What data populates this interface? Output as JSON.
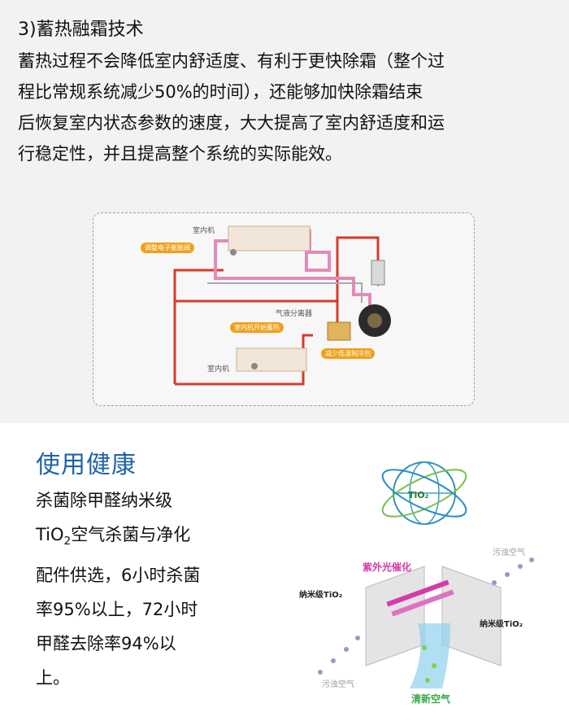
{
  "section_energy": {
    "heading": "3)蓄热融霜技术",
    "paragraph_lines": [
      "蓄热过程不会降低室内舒适度、有利于更快除霜（整个过",
      "程比常规系统减少50%的时间），还能够加快除霜结束",
      "后恢复室内状态参数的速度，大大提高了室内舒适度和运",
      "行稳定性，并且提高整个系统的实际能效。"
    ],
    "diagram": {
      "labels": {
        "indoor_unit_top": "室内机",
        "indoor_unit_bottom": "室内机",
        "gas_liquid_separator": "气液分离器"
      },
      "tags": {
        "adjust_valve": "调整电子膨胀阀",
        "indoor_start_storage": "室内机开始蓄热",
        "reduce_refrigerant": "减少低温制冷剂"
      },
      "colors": {
        "hot_pipe": "#d83a2a",
        "cool_pipe": "#e48ab8",
        "tag_bg": "#f0a11a"
      }
    }
  },
  "section_health": {
    "title": "使用健康",
    "lines": [
      "杀菌除甲醛纳米级",
      "TiO",
      "2",
      "空气杀菌与净化",
      "配件供选，6小时杀菌",
      "率95%以上，72小时",
      "甲醛去除率94%以",
      "上。"
    ],
    "illustration": {
      "logo_text": "TiO₂",
      "labels": {
        "uv_catalysis": "紫外光催化",
        "polluted_air_top": "污浊空气",
        "nano_tio2_left": "纳米级TiO₂",
        "nano_tio2_right": "纳米级TiO₂",
        "polluted_air_bottom": "污浊空气",
        "fresh_air": "清新空气"
      },
      "colors": {
        "title_blue": "#1e62a8",
        "uv_magenta": "#d63aa8",
        "fresh_green": "#39a84a"
      }
    }
  }
}
